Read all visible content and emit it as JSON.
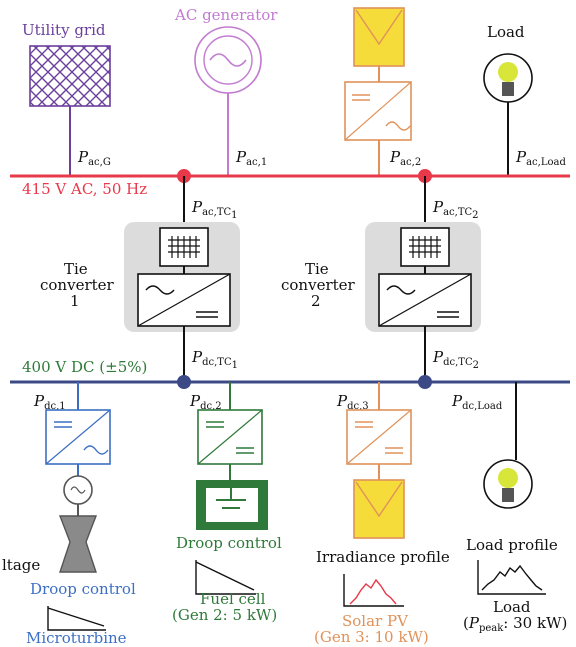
{
  "sources": {
    "utility_grid": "Utility grid",
    "ac_generator": "AC generator",
    "load_top": "Load"
  },
  "buses": {
    "ac_bus": "415 V AC, 50 Hz",
    "dc_bus": "400 V DC (±5%)"
  },
  "power_labels": {
    "p_ac_g": {
      "main": "P",
      "sub": "ac,G"
    },
    "p_ac_1": {
      "main": "P",
      "sub": "ac,1"
    },
    "p_ac_2": {
      "main": "P",
      "sub": "ac,2"
    },
    "p_ac_load": {
      "main": "P",
      "sub": "ac,Load"
    },
    "p_ac_tc1": {
      "main": "P",
      "sub": "ac,TC"
    },
    "p_ac_tc2": {
      "main": "P",
      "sub": "ac,TC"
    },
    "p_dc_tc1": {
      "main": "P",
      "sub": "dc,TC"
    },
    "p_dc_tc2": {
      "main": "P",
      "sub": "dc,TC"
    },
    "p_dc_1": {
      "main": "P",
      "sub": "dc,1"
    },
    "p_dc_2": {
      "main": "P",
      "sub": "dc,2"
    },
    "p_dc_3": {
      "main": "P",
      "sub": "dc,3"
    },
    "p_dc_load": {
      "main": "P",
      "sub": "dc,Load"
    }
  },
  "tie_converters": {
    "tc1": [
      "Tie",
      "converter",
      "1"
    ],
    "tc2": [
      "Tie",
      "converter",
      "2"
    ]
  },
  "bottom": {
    "left_cut_label": "ltage",
    "droop_control_1": "Droop control",
    "microturbine": "Microturbine",
    "droop_control_2": "Droop control",
    "fuel_cell": "Fuel cell",
    "fuel_cell_gen": "(Gen 2: 5 kW)",
    "irradiance_profile": "Irradiance profile",
    "solar_pv": "Solar PV",
    "solar_pv_gen": "(Gen 3: 10 kW)",
    "load_profile": "Load profile",
    "load": "Load",
    "load_peak_open": "(",
    "load_peak_p": "P",
    "load_peak_sub": "peak",
    "load_peak_rest": ": 30 kW)"
  },
  "colors": {
    "ac_bus": "#e8394a",
    "dc_bus": "#3b4a86",
    "utility": "#6b3f9c",
    "generator": "#c27bd1",
    "solar": "#e0925a",
    "blue": "#3c6fc4",
    "green": "#2f7a3a",
    "black": "#111111"
  }
}
